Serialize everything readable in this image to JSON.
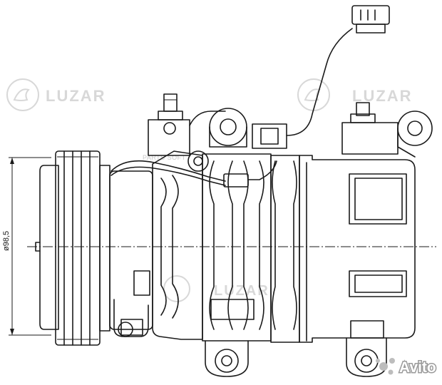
{
  "dimension": {
    "diameter_label": "ø98,5"
  },
  "watermarks": {
    "brand": "LUZAR",
    "parts_text": "PARTS SOFT",
    "avito": "Avito"
  },
  "colors": {
    "line": "#1a1a1a",
    "watermark": "#d8d8d8",
    "background": "#ffffff"
  }
}
